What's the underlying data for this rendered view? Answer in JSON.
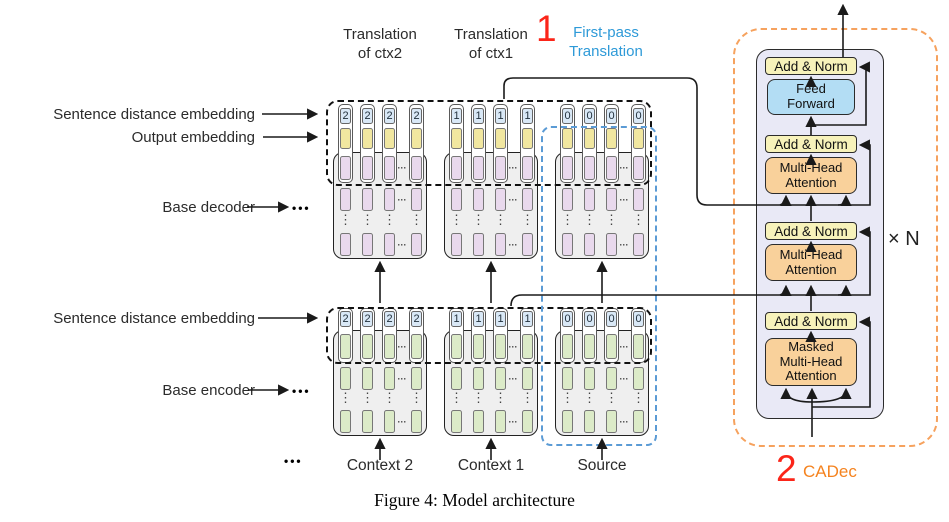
{
  "figure_caption": "Figure 4: Model architecture",
  "left_labels": {
    "sentence_distance_embedding_decoder": "Sentence distance embedding",
    "output_embedding": "Output embedding",
    "base_decoder": "Base decoder",
    "sentence_distance_embedding_encoder": "Sentence distance embedding",
    "base_encoder": "Base encoder"
  },
  "top_labels": {
    "translation_ctx2": "Translation\nof ctx2",
    "translation_ctx1": "Translation\nof ctx1",
    "first_pass_number": "1",
    "first_pass": "First-pass\nTranslation"
  },
  "bottom_labels": {
    "ellipsis": "•••",
    "context2": "Context 2",
    "context1": "Context 1",
    "source": "Source"
  },
  "row_ellipsis_decoder": "•••",
  "row_ellipsis_encoder": "•••",
  "groups": [
    {
      "id": "ctx2",
      "distance_number": "2"
    },
    {
      "id": "ctx1",
      "distance_number": "1"
    },
    {
      "id": "source",
      "distance_number": "0"
    }
  ],
  "cadec": {
    "number": "2",
    "name": "CADec",
    "repeat_label": "× N",
    "layers": [
      {
        "label": "Add & Norm",
        "type": "addnorm"
      },
      {
        "label": "Feed\nForward",
        "type": "feedforward"
      },
      {
        "label": "Add & Norm",
        "type": "addnorm"
      },
      {
        "label": "Multi-Head\nAttention",
        "type": "attention"
      },
      {
        "label": "Add & Norm",
        "type": "addnorm"
      },
      {
        "label": "Multi-Head\nAttention",
        "type": "attention"
      },
      {
        "label": "Add & Norm",
        "type": "addnorm"
      },
      {
        "label": "Masked\nMulti-Head\nAttention",
        "type": "attention"
      }
    ]
  },
  "colors": {
    "distance_cell": "#d9e8f6",
    "output_cell": "#f1e7a0",
    "decoder_cell": "#e9d9ed",
    "encoder_cell": "#dcebc8",
    "group_box": "#efefef",
    "add_norm": "#f7f2ba",
    "feed_forward": "#b3ddf4",
    "attention": "#f9d19b",
    "cadec_box": "#e9e9f6",
    "cadec_dash": "#f6a25e",
    "source_dash": "#5b9bd5",
    "accent_red": "#fb2519",
    "accent_blue": "#2e9ad8",
    "accent_orange": "#f5831f"
  }
}
